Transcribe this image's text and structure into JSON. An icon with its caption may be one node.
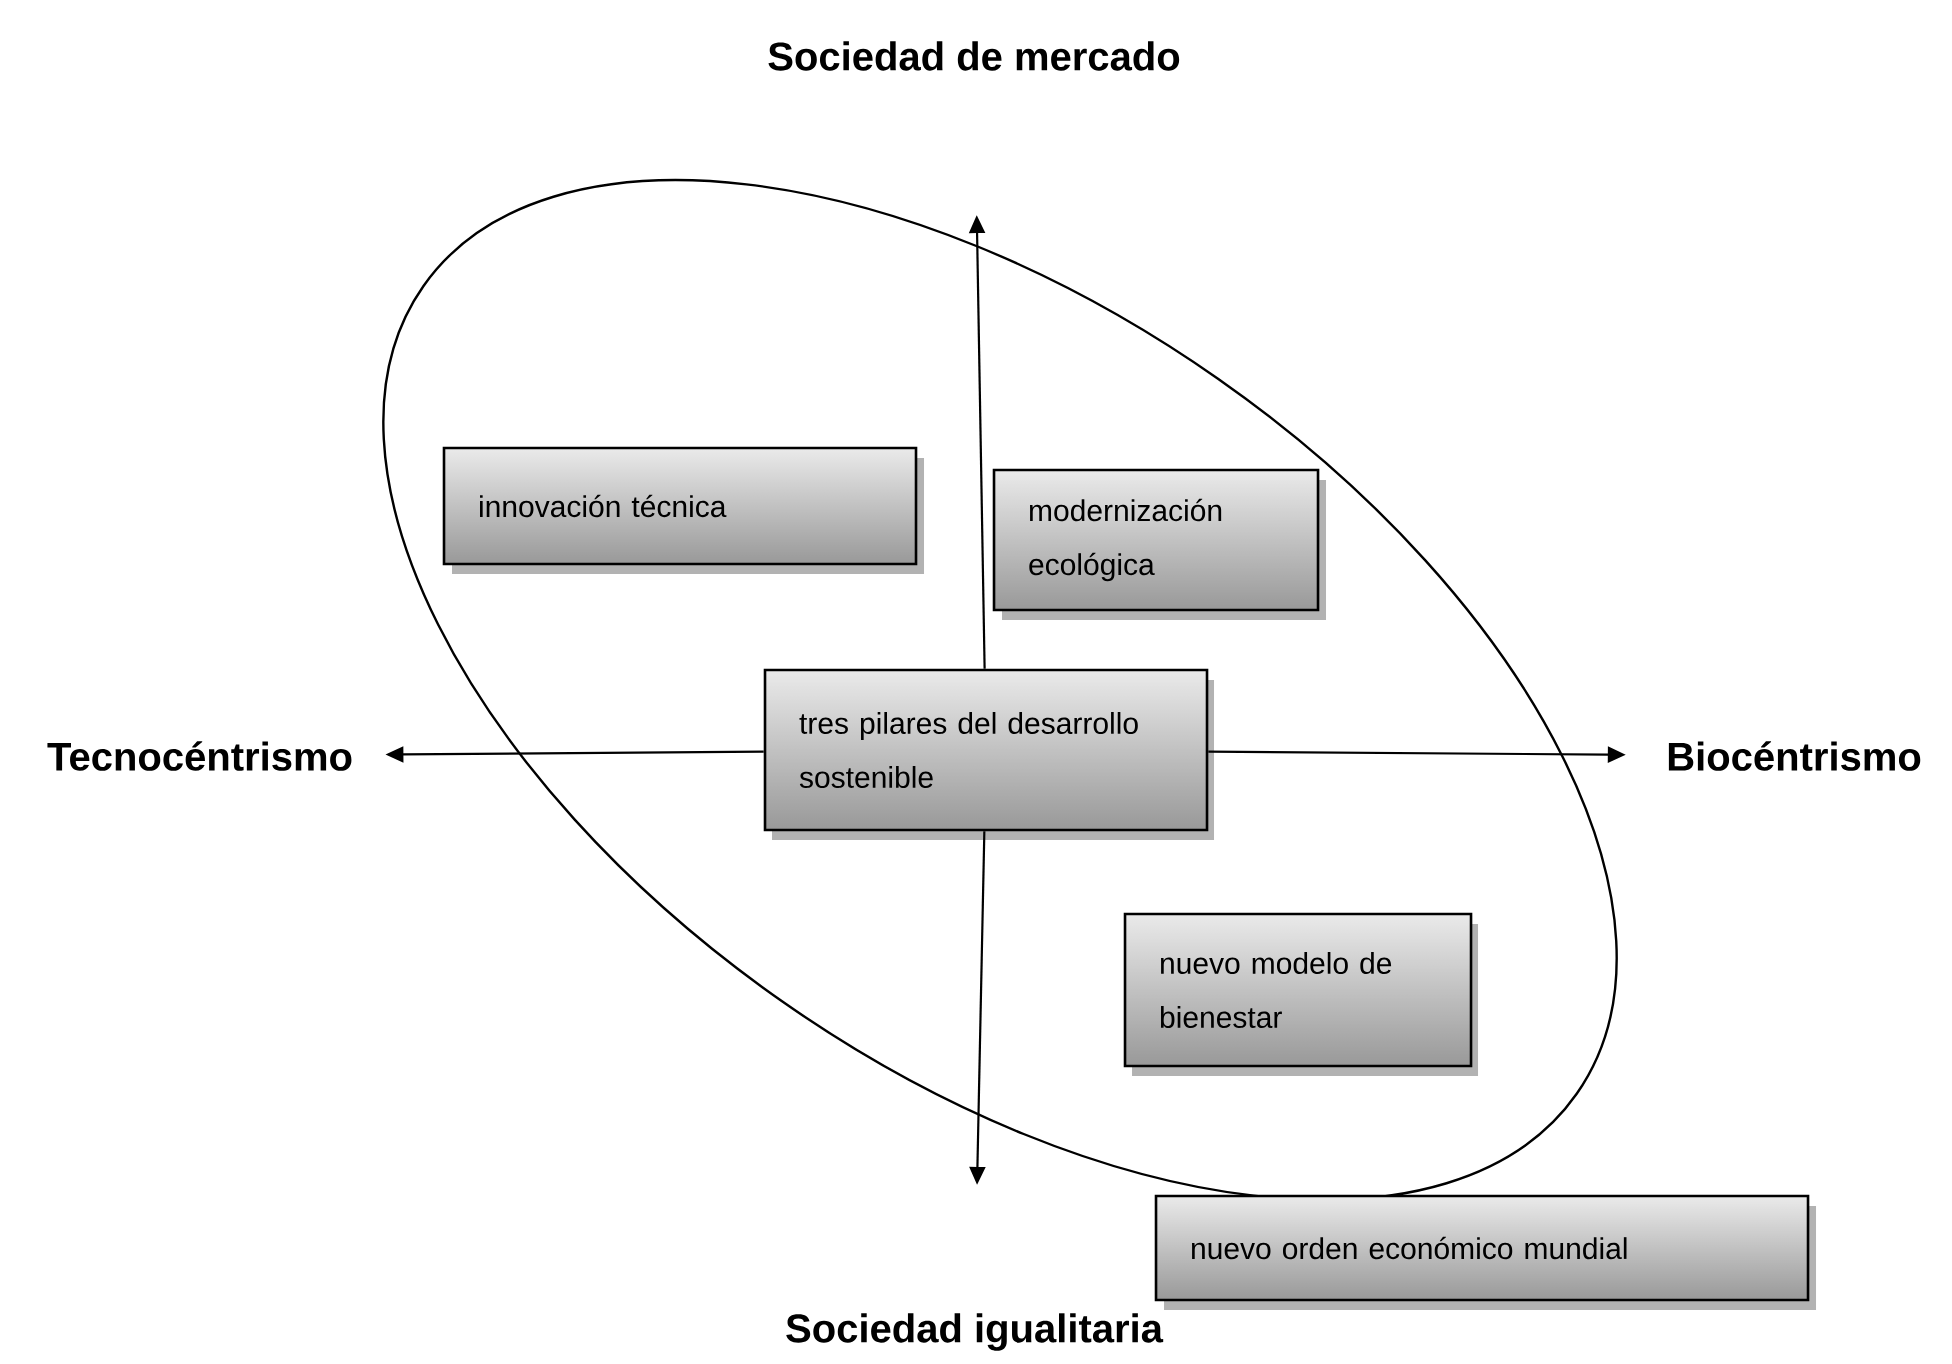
{
  "diagram": {
    "nodes": [
      {
        "text": [
          "Sociedad de mercado"
        ]
      },
      {
        "text": [
          "innovación técnica"
        ]
      },
      {
        "text": [
          "modernización ecológica"
        ]
      },
      {
        "text": [
          "Tecnocéntrismo"
        ]
      },
      {
        "text": [
          "tres pilares del desarrollo sostenible"
        ]
      },
      {
        "text": [
          "Biocéntrismo"
        ]
      },
      {
        "text": [
          "nuevo modelo de bienestar"
        ]
      },
      {
        "text": [
          "nuevo orden económico mundial"
        ]
      },
      {
        "text": [
          "Sociedad igualitaria"
        ]
      }
    ],
    "edges": [
      {
        "from": 4,
        "to": 0,
        "arrow": "to"
      },
      {
        "from": 4,
        "to": 3,
        "arrow": "to"
      },
      {
        "from": 4,
        "to": 5,
        "arrow": "to"
      },
      {
        "from": 4,
        "to": 8,
        "arrow": "to"
      }
    ]
  }
}
